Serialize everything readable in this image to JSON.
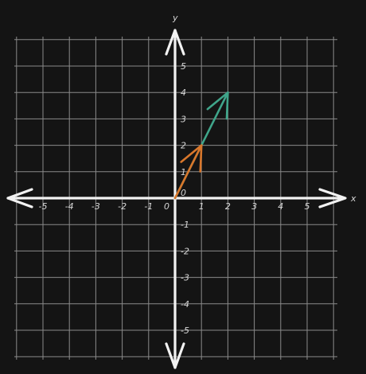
{
  "axes": {
    "x_label": "x",
    "y_label": "y",
    "origin_label": "0",
    "x_ticks": [
      -5,
      -4,
      -3,
      -2,
      -1,
      1,
      2,
      3,
      4,
      5
    ],
    "y_ticks": [
      -5,
      -4,
      -3,
      -2,
      -1,
      1,
      2,
      3,
      4,
      5
    ],
    "x_tick_labels": [
      "-5",
      "-4",
      "-3",
      "-2",
      "-1",
      "1",
      "2",
      "3",
      "4",
      "5"
    ],
    "y_tick_labels": [
      "-5",
      "-4",
      "-3",
      "-2",
      "-1",
      "1",
      "2",
      "3",
      "4",
      "5"
    ],
    "y_zero_label": "0"
  },
  "grid": {
    "from": -6,
    "to": 6,
    "visible": true
  },
  "vectors": [
    {
      "from": [
        0,
        0
      ],
      "to": [
        1,
        2
      ],
      "color": "#d9772b"
    },
    {
      "from": [
        0,
        0
      ],
      "to": [
        2,
        4
      ],
      "color": "#3fa58a"
    }
  ],
  "colors": {
    "background": "#141414",
    "grid": "#8a8a8a",
    "axis": "#f2f2f2"
  }
}
